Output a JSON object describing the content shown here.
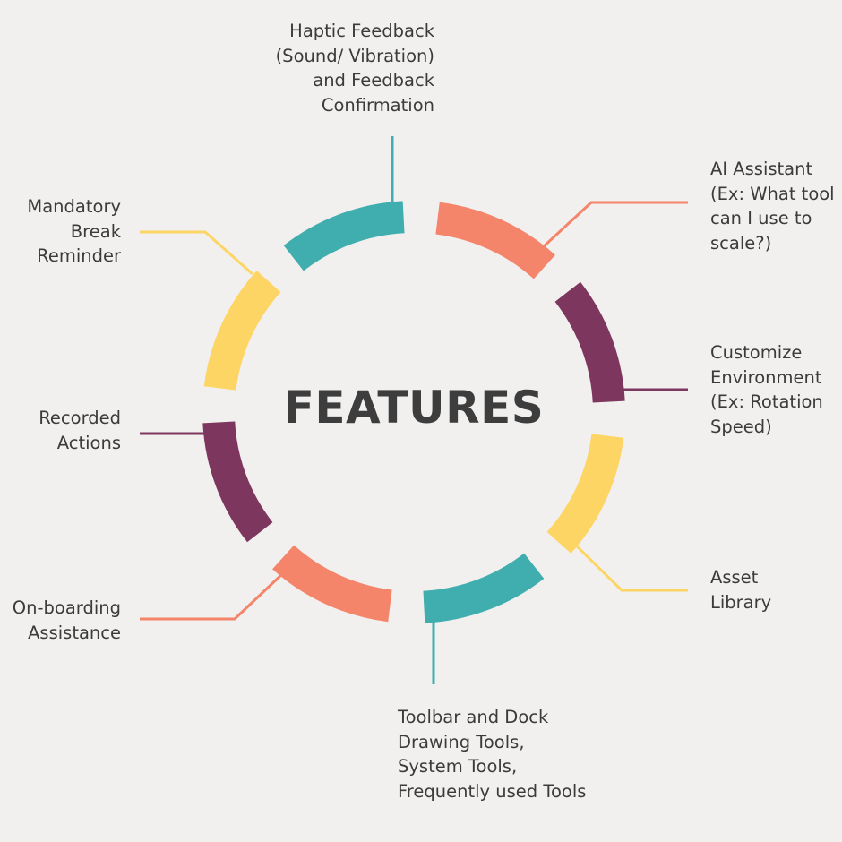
{
  "title": "FEATURES",
  "colors": {
    "teal": "#40aeaf",
    "salmon": "#f5856a",
    "plum": "#7d365d",
    "yellow": "#fdd564",
    "text": "#3b3b3b",
    "background": "#f1f0ef"
  },
  "features": [
    {
      "label": "Haptic Feedback\n(Sound/ Vibration)\nand Feedback\nConfirmation",
      "color": "teal",
      "icon": "arc-segment"
    },
    {
      "label": "AI Assistant\n(Ex: What tool\ncan I use to\nscale?)",
      "color": "salmon",
      "icon": "arc-segment"
    },
    {
      "label": "Customize\nEnvironment\n(Ex: Rotation\nSpeed)",
      "color": "plum",
      "icon": "arc-segment"
    },
    {
      "label": "Asset\nLibrary",
      "color": "yellow",
      "icon": "arc-segment"
    },
    {
      "label": "Toolbar and Dock\nDrawing Tools,\nSystem Tools,\nFrequently used Tools",
      "color": "teal",
      "icon": "arc-segment"
    },
    {
      "label": "On-boarding\nAssistance",
      "color": "salmon",
      "icon": "arc-segment"
    },
    {
      "label": "Recorded\nActions",
      "color": "plum",
      "icon": "arc-segment"
    },
    {
      "label": "Mandatory\nBreak\nReminder",
      "color": "yellow",
      "icon": "arc-segment"
    }
  ]
}
